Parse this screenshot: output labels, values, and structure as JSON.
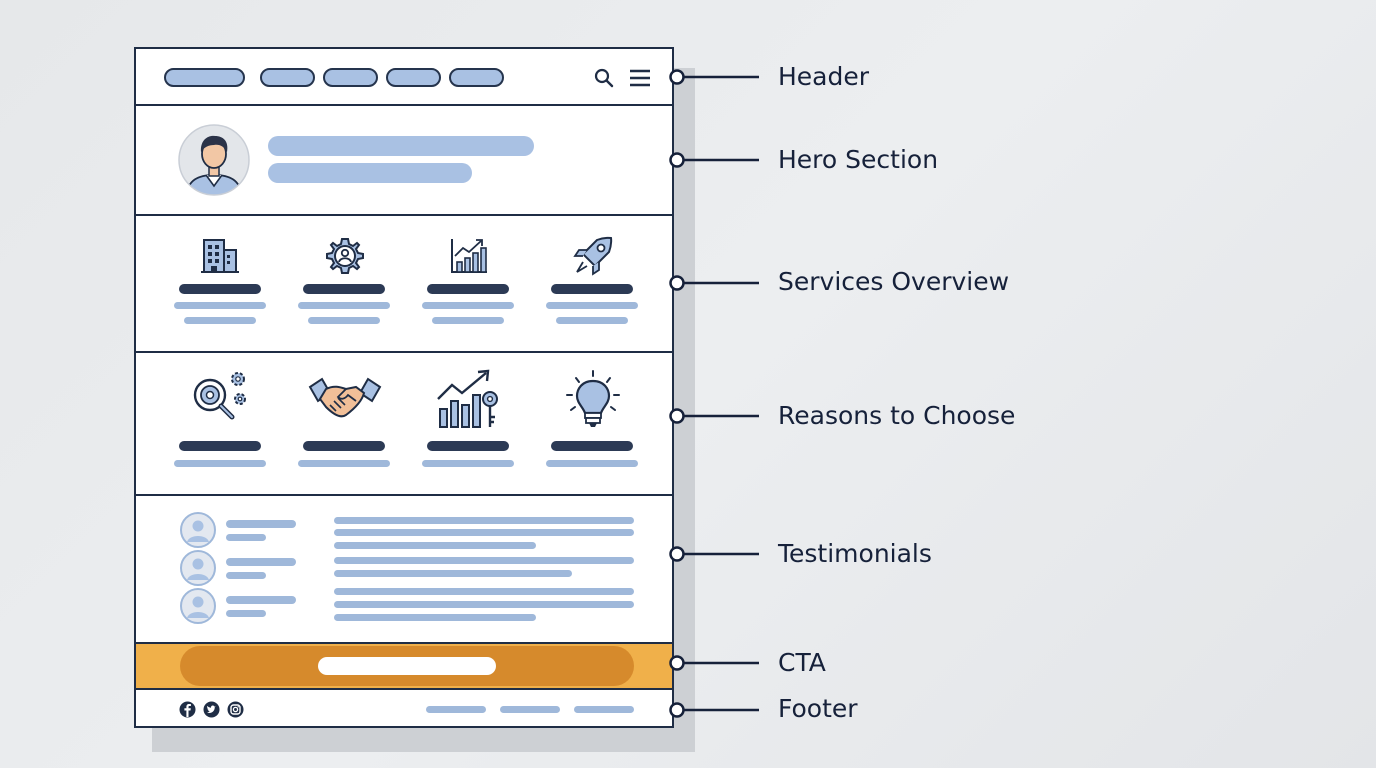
{
  "sections": [
    {
      "id": "header",
      "label": "Header"
    },
    {
      "id": "hero",
      "label": "Hero Section"
    },
    {
      "id": "services",
      "label": "Services Overview"
    },
    {
      "id": "reasons",
      "label": "Reasons to Choose"
    },
    {
      "id": "testimonials",
      "label": "Testimonials"
    },
    {
      "id": "cta",
      "label": "CTA"
    },
    {
      "id": "footer",
      "label": "Footer"
    }
  ],
  "colors": {
    "outline": "#1f2d45",
    "placeholder_blue": "#a9c1e3",
    "dark_bar": "#2c3a55",
    "cta_band": "#f0b04a",
    "cta_button": "#d68a2c"
  },
  "icons": {
    "header": [
      "search-icon",
      "hamburger-menu-icon"
    ],
    "hero": [
      "person-avatar-icon"
    ],
    "services": [
      "building-icon",
      "gear-person-icon",
      "bar-chart-icon",
      "rocket-icon"
    ],
    "reasons": [
      "magnifier-gears-icon",
      "handshake-icon",
      "growth-chart-key-icon",
      "lightbulb-icon"
    ],
    "testimonials": [
      "avatar-icon",
      "avatar-icon",
      "avatar-icon"
    ],
    "footer": [
      "facebook-icon",
      "twitter-icon",
      "instagram-icon"
    ]
  }
}
